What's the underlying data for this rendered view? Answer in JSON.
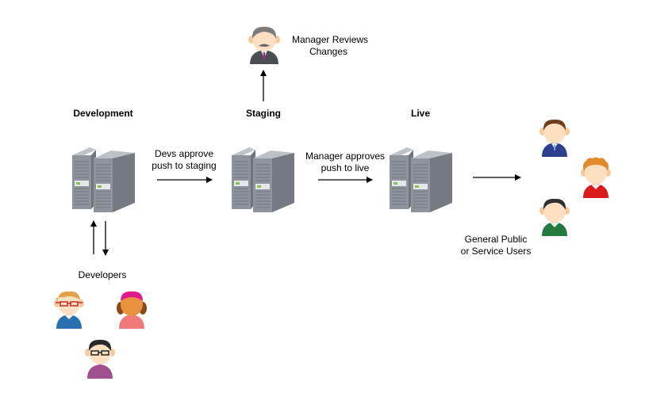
{
  "stages": {
    "development": "Development",
    "staging": "Staging",
    "live": "Live"
  },
  "edges": {
    "dev_to_staging": [
      "Devs approve",
      "push to staging"
    ],
    "staging_to_live": [
      "Manager approves",
      "push to live"
    ],
    "manager": [
      "Manager Reviews",
      "Changes"
    ],
    "public": [
      "General Public",
      "or Service Users"
    ],
    "developers": "Developers"
  },
  "icons": {
    "server": "server-rack-icon",
    "person": "person-icon"
  },
  "colors": {
    "server_front": "#8e939c",
    "server_side": "#6f747d",
    "server_top": "#b9bdc4",
    "skin": "#fdd6ae",
    "arrow": "#000000"
  }
}
